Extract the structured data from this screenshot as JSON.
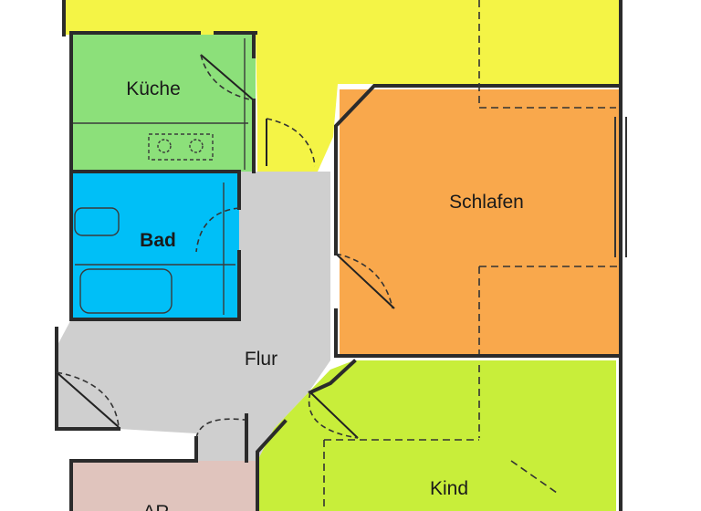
{
  "rooms": {
    "living": {
      "color": "#f4f446"
    },
    "kitchen": {
      "label": "Küche",
      "color": "#8ce07a"
    },
    "bath": {
      "label": "Bad",
      "color": "#00bff7"
    },
    "hall": {
      "label": "Flur",
      "color": "#cfcfcf"
    },
    "bedroom": {
      "label": "Schlafen",
      "color": "#f9a84c"
    },
    "child": {
      "label": "Kind",
      "color": "#c8ee3a"
    },
    "storage": {
      "label": "AR",
      "color": "#e0c4bd"
    }
  },
  "wall_color": "#2b2b2b",
  "background_color": "#ffffff"
}
